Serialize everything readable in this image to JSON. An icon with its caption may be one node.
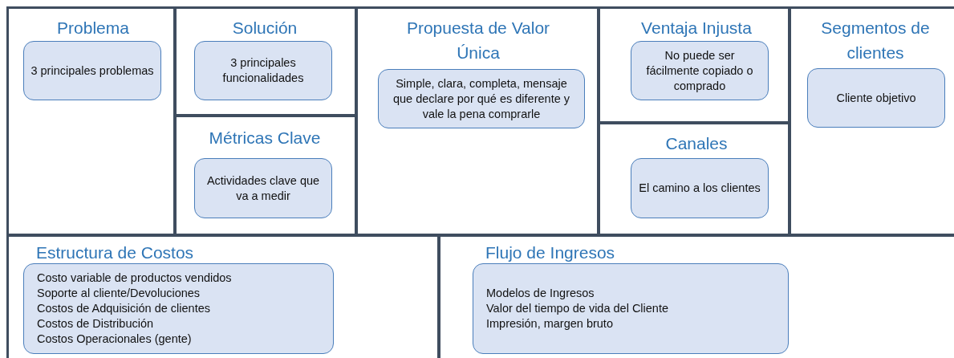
{
  "diagram": {
    "nodes": [
      {
        "text": [
          "Problema"
        ]
      },
      {
        "text": [
          "3 principales problemas"
        ],
        "in": 0
      },
      {
        "text": [
          "Solución"
        ]
      },
      {
        "text": [
          "3 principales funcionalidades"
        ],
        "in": 2
      },
      {
        "text": [
          "Métricas Clave"
        ]
      },
      {
        "text": [
          "Actividades clave que va a medir"
        ],
        "in": 4
      },
      {
        "text": [
          "Propuesta de Valor Única"
        ]
      },
      {
        "text": [
          "Simple, clara, completa, mensaje que declare por qué es diferente y vale la pena comprarle"
        ],
        "in": 6
      },
      {
        "text": [
          "Ventaja Injusta"
        ]
      },
      {
        "text": [
          "No puede ser fácilmente copiado o comprado"
        ],
        "in": 8
      },
      {
        "text": [
          "Canales"
        ]
      },
      {
        "text": [
          "El camino a los clientes"
        ],
        "in": 10
      },
      {
        "text": [
          "Segmentos de clientes"
        ]
      },
      {
        "text": [
          "Cliente objetivo"
        ],
        "in": 12
      },
      {
        "text": [
          "Estructura de Costos"
        ]
      },
      {
        "text": [
          "Costo variable de productos vendidos",
          "Soporte al cliente/Devoluciones",
          "Costos de Adquisición de clientes",
          "Costos de Distribución",
          "Costos Operacionales (gente)"
        ],
        "in": 14
      },
      {
        "text": [
          "Flujo de Ingresos"
        ]
      },
      {
        "text": [
          "Modelos de Ingresos",
          "Valor del tiempo de vida del Cliente",
          "Impresión, margen bruto"
        ],
        "in": 16
      }
    ]
  }
}
